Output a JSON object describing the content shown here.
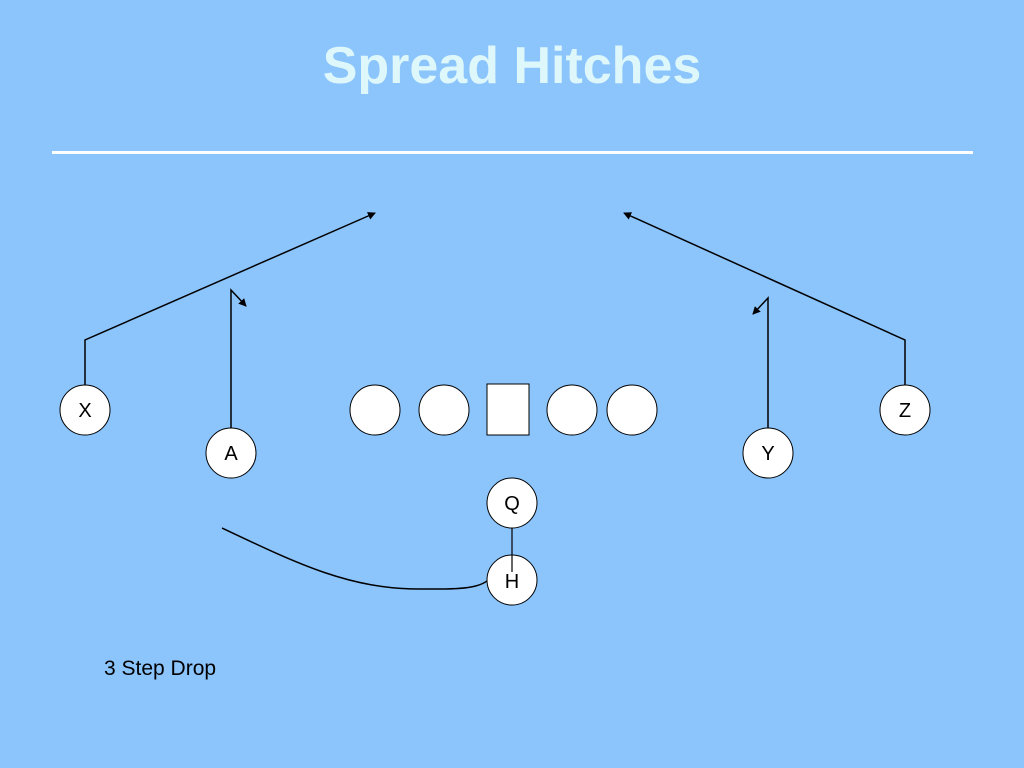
{
  "title": "Spread Hitches",
  "caption": "3 Step Drop",
  "players": {
    "x": "X",
    "a": "A",
    "y": "Y",
    "z": "Z",
    "q": "Q",
    "h": "H"
  },
  "colors": {
    "background": "#8cc4fc",
    "title": "#ddf7fb",
    "rule": "#ffffff",
    "player_fill": "#ffffff",
    "line": "#000000"
  }
}
